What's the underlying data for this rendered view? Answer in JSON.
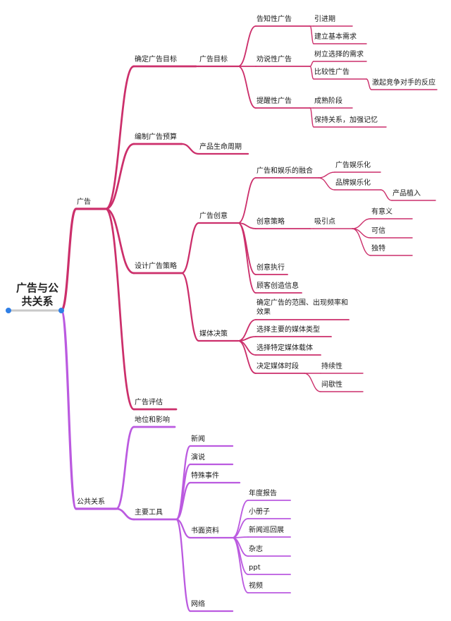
{
  "colors": {
    "ad_branch": "#cc2f6b",
    "pr_branch": "#bb5ae0",
    "root_line": "#c9c9c9",
    "handle": "#2f7fe6"
  },
  "root": {
    "title": "广告与公共关系"
  },
  "tree": [
    {
      "label": "广告",
      "children": [
        {
          "label": "确定广告目标",
          "children": [
            {
              "label": "广告目标",
              "children": [
                {
                  "label": "告知性广告",
                  "children": [
                    {
                      "label": "引进期"
                    },
                    {
                      "label": "建立基本需求"
                    }
                  ]
                },
                {
                  "label": "劝说性广告",
                  "children": [
                    {
                      "label": "树立选择的需求"
                    },
                    {
                      "label": "比较性广告",
                      "children": [
                        {
                          "label": "激起竞争对手的反应"
                        }
                      ]
                    }
                  ]
                },
                {
                  "label": "提醒性广告",
                  "children": [
                    {
                      "label": "成熟阶段"
                    },
                    {
                      "label": "保持关系，加强记忆"
                    }
                  ]
                }
              ]
            }
          ]
        },
        {
          "label": "编制广告预算",
          "children": [
            {
              "label": "产品生命周期"
            }
          ]
        },
        {
          "label": "设计广告策略",
          "children": [
            {
              "label": "广告创意",
              "children": [
                {
                  "label": "广告和娱乐的融合",
                  "children": [
                    {
                      "label": "广告娱乐化"
                    },
                    {
                      "label": "品牌娱乐化",
                      "children": [
                        {
                          "label": "产品植入"
                        }
                      ]
                    }
                  ]
                },
                {
                  "label": "创意策略",
                  "children": [
                    {
                      "label": "吸引点",
                      "children": [
                        {
                          "label": "有意义"
                        },
                        {
                          "label": "可信"
                        },
                        {
                          "label": "独特"
                        }
                      ]
                    }
                  ]
                },
                {
                  "label": "创意执行"
                },
                {
                  "label": "顾客创造信息"
                }
              ]
            },
            {
              "label": "媒体决策",
              "children": [
                {
                  "label": "确定广告的范围、出现频率和效果"
                },
                {
                  "label": "选择主要的媒体类型"
                },
                {
                  "label": "选择特定媒体载体"
                },
                {
                  "label": "决定媒体时段",
                  "children": [
                    {
                      "label": "持续性"
                    },
                    {
                      "label": "间歇性"
                    }
                  ]
                }
              ]
            }
          ]
        },
        {
          "label": "广告评估"
        }
      ]
    },
    {
      "label": "公共关系",
      "children": [
        {
          "label": "地位和影响"
        },
        {
          "label": "主要工具",
          "children": [
            {
              "label": "新闻"
            },
            {
              "label": "演说"
            },
            {
              "label": "特殊事件"
            },
            {
              "label": "书面资料",
              "children": [
                {
                  "label": "年度报告"
                },
                {
                  "label": "小册子"
                },
                {
                  "label": "新闻巡回展"
                },
                {
                  "label": "杂志"
                },
                {
                  "label": "ppt"
                },
                {
                  "label": "视频"
                }
              ]
            },
            {
              "label": "网络"
            }
          ]
        }
      ]
    }
  ]
}
